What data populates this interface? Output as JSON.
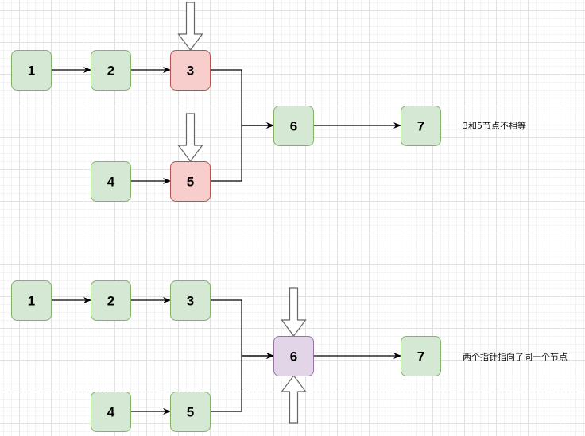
{
  "colors": {
    "green_fill": "#d5e8d4",
    "green_stroke": "#82b366",
    "red_fill": "#f8cecc",
    "red_stroke": "#b85450",
    "purple_fill": "#e1d5e7",
    "purple_stroke": "#9673a6",
    "edge": "#000000",
    "pointer_stroke": "#666666"
  },
  "diagrams": [
    {
      "name": "unequal-nodes",
      "note": "3和5节点不相等",
      "nodes": [
        {
          "id": "1",
          "label": "1",
          "style": "green"
        },
        {
          "id": "2",
          "label": "2",
          "style": "green"
        },
        {
          "id": "3",
          "label": "3",
          "style": "red"
        },
        {
          "id": "4",
          "label": "4",
          "style": "green"
        },
        {
          "id": "5",
          "label": "5",
          "style": "red"
        },
        {
          "id": "6",
          "label": "6",
          "style": "green"
        },
        {
          "id": "7",
          "label": "7",
          "style": "green"
        }
      ],
      "edges": [
        [
          "1",
          "2"
        ],
        [
          "2",
          "3"
        ],
        [
          "4",
          "5"
        ],
        [
          "3",
          "6"
        ],
        [
          "5",
          "6"
        ],
        [
          "6",
          "7"
        ]
      ],
      "pointers": [
        {
          "target": "3",
          "direction": "down"
        },
        {
          "target": "5",
          "direction": "down"
        }
      ]
    },
    {
      "name": "same-node",
      "note": "两个指针指向了同一个节点",
      "nodes": [
        {
          "id": "1",
          "label": "1",
          "style": "green"
        },
        {
          "id": "2",
          "label": "2",
          "style": "green"
        },
        {
          "id": "3",
          "label": "3",
          "style": "green"
        },
        {
          "id": "4",
          "label": "4",
          "style": "green"
        },
        {
          "id": "5",
          "label": "5",
          "style": "green"
        },
        {
          "id": "6",
          "label": "6",
          "style": "purple"
        },
        {
          "id": "7",
          "label": "7",
          "style": "green"
        }
      ],
      "edges": [
        [
          "1",
          "2"
        ],
        [
          "2",
          "3"
        ],
        [
          "4",
          "5"
        ],
        [
          "3",
          "6"
        ],
        [
          "5",
          "6"
        ],
        [
          "6",
          "7"
        ]
      ],
      "pointers": [
        {
          "target": "6",
          "direction": "down"
        },
        {
          "target": "6",
          "direction": "up"
        }
      ]
    }
  ]
}
